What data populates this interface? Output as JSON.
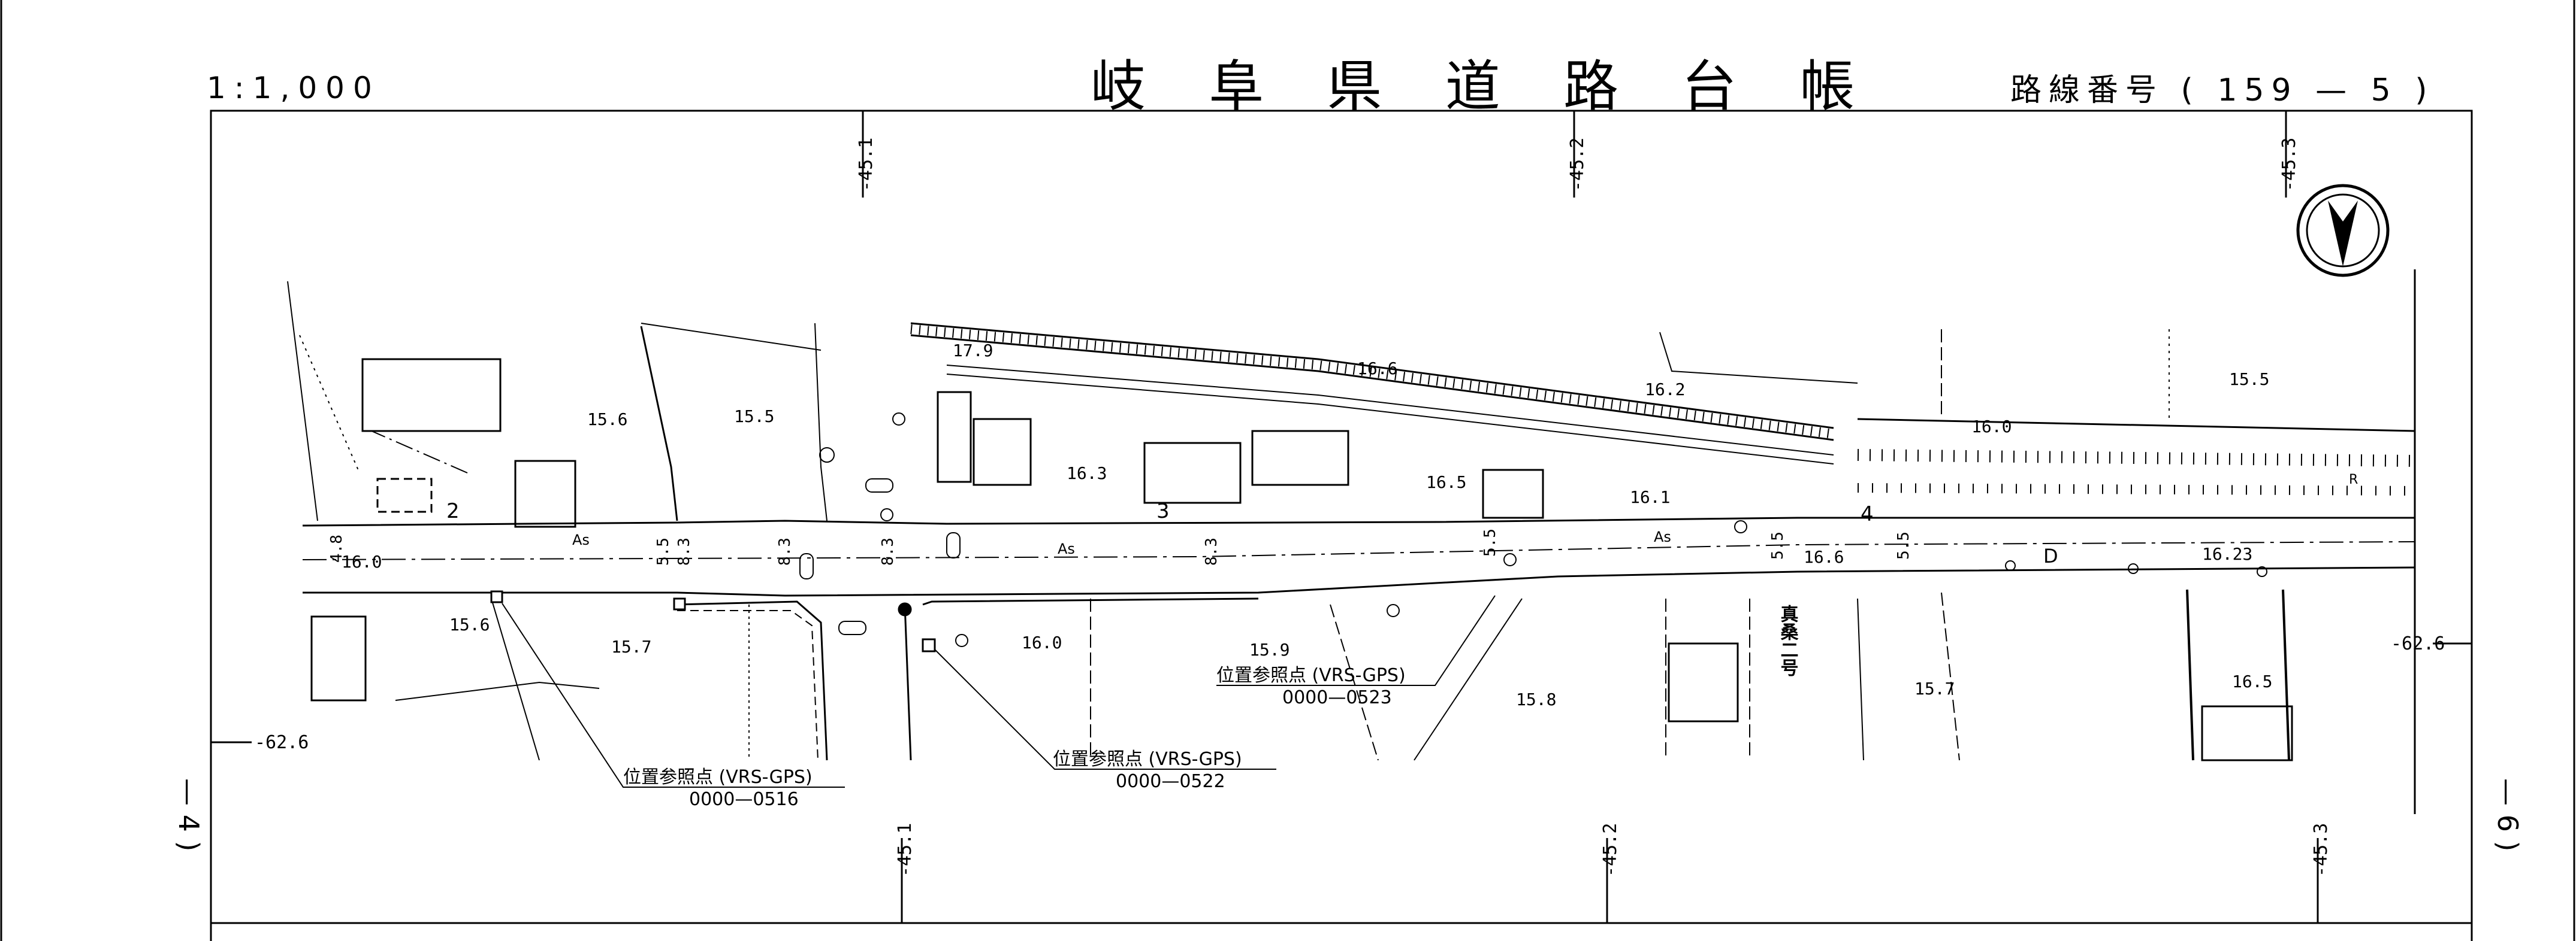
{
  "header": {
    "title": "岐 阜 県 道 路 台 帳",
    "scale": "1:1,000",
    "route_number": "路線番号 ( 159 — 5 )"
  },
  "margins": {
    "left_sheet": "— 4 )",
    "right_sheet": "— 6 )"
  },
  "grid_labels": {
    "top": [
      "-45.1",
      "-45.2",
      "-45.3"
    ],
    "bottom": [
      "-45.1",
      "-45.2",
      "-45.3"
    ],
    "left": "-62.6",
    "right": "-62.6"
  },
  "reference_points": [
    {
      "label": "位置参照点 (VRS-GPS)",
      "code": "0000—0516"
    },
    {
      "label": "位置参照点 (VRS-GPS)",
      "code": "0000—0522"
    },
    {
      "label": "位置参照点 (VRS-GPS)",
      "code": "0000—0523"
    }
  ],
  "elevations": [
    "15.6",
    "15.5",
    "16.3",
    "16.5",
    "16.1",
    "16.0",
    "15.6",
    "15.7",
    "16.0",
    "15.9",
    "15.8",
    "16.2",
    "16.0",
    "15.5",
    "16.6",
    "16.23",
    "15.7",
    "16.5",
    "17.9",
    "16.6"
  ],
  "widths": [
    "5.5",
    "8.3",
    "8.3",
    "8.3",
    "8.3",
    "5.5",
    "5.5",
    "5.5",
    "4.8"
  ],
  "surface": [
    "As",
    "As",
    "As"
  ],
  "block_numbers": [
    "2",
    "3",
    "4"
  ],
  "place_name": "真桑二号",
  "misc_marks": [
    "D",
    "R"
  ],
  "colors": {
    "line": "#000000",
    "paper": "#ffffff"
  },
  "icons": {
    "north_arrow": "north-arrow-icon"
  }
}
